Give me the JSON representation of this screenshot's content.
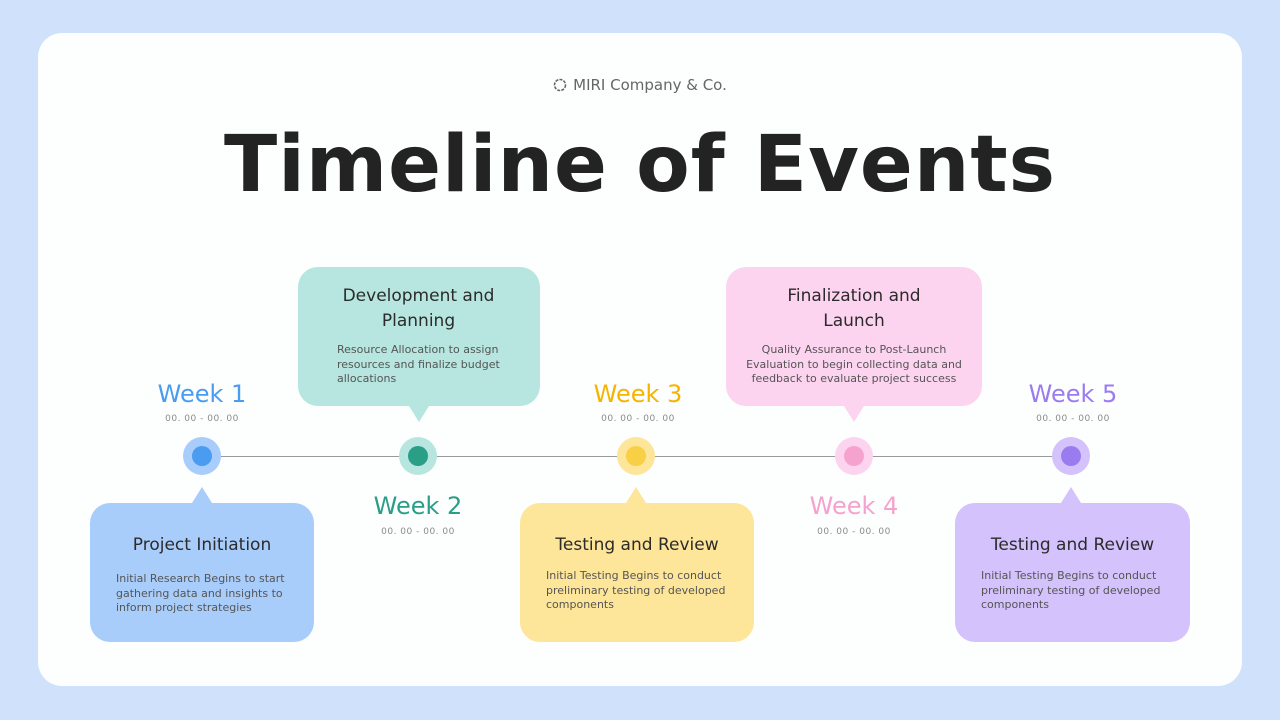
{
  "brand": {
    "name": "MIRI Company & Co.",
    "icon": "circle-logo-icon"
  },
  "title": "Timeline of Events",
  "colors": {
    "blue": "#4a9cf0",
    "teal": "#2a9e86",
    "yellow": "#f5b400",
    "pink": "#f6a2cf",
    "purple": "#9b7cf0",
    "blue_bg": "#a9cdfb",
    "teal_bg": "#b6e6df",
    "yellow_bg": "#fde59a",
    "pink_bg": "#fdd4ef",
    "purple_bg": "#d3c2fb"
  },
  "events": [
    {
      "week": "Week 1",
      "time": "00. 00 - 00. 00",
      "title": "Project Initiation",
      "description": "Initial Research Begins to start gathering data and insights to inform project strategies"
    },
    {
      "week": "Week 2",
      "time": "00. 00 - 00. 00",
      "title": "Development and Planning",
      "description": "Resource Allocation to assign resources and finalize budget allocations"
    },
    {
      "week": "Week 3",
      "time": "00. 00 - 00. 00",
      "title": "Testing and Review",
      "description": "Initial Testing Begins to conduct preliminary testing of developed components"
    },
    {
      "week": "Week 4",
      "time": "00. 00 - 00. 00",
      "title": "Finalization and Launch",
      "description": "Quality Assurance to Post-Launch Evaluation to begin collecting data and feedback to evaluate project success"
    },
    {
      "week": "Week 5",
      "time": "00. 00 - 00. 00",
      "title": "Testing and Review",
      "description": "Initial Testing Begins to conduct preliminary testing of developed components"
    }
  ]
}
